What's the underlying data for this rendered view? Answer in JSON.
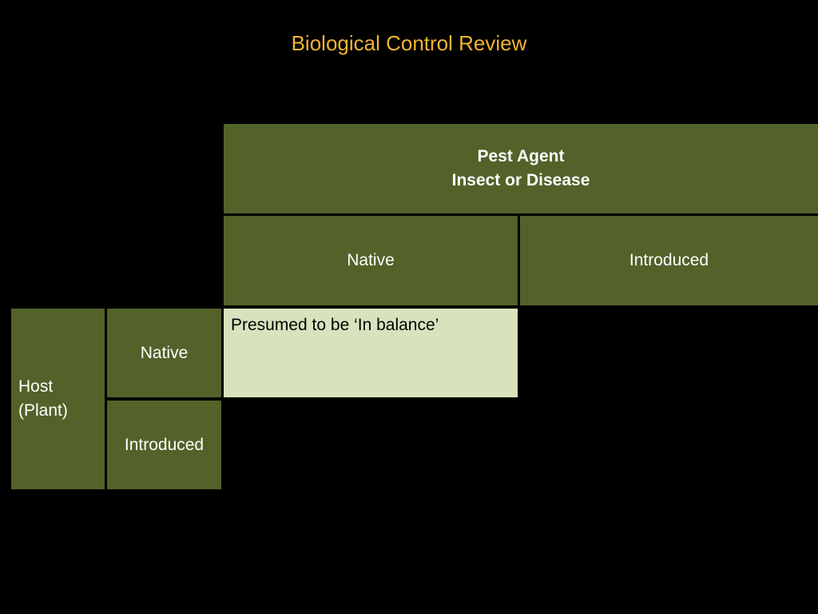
{
  "title": "Biological Control Review",
  "columns_header": {
    "line1": "Pest Agent",
    "line2": "Insect or Disease"
  },
  "columns": {
    "native": "Native",
    "introduced": "Introduced"
  },
  "rows_header": {
    "line1": "Host",
    "line2": "(Plant)"
  },
  "rows": {
    "native": "Native",
    "introduced": "Introduced"
  },
  "cells": {
    "native_native": "Presumed to be ‘In balance’"
  },
  "colors": {
    "title": "#f2b431",
    "header_fill": "#526229",
    "highlight_fill": "#d7e3bd",
    "background": "#000000"
  }
}
